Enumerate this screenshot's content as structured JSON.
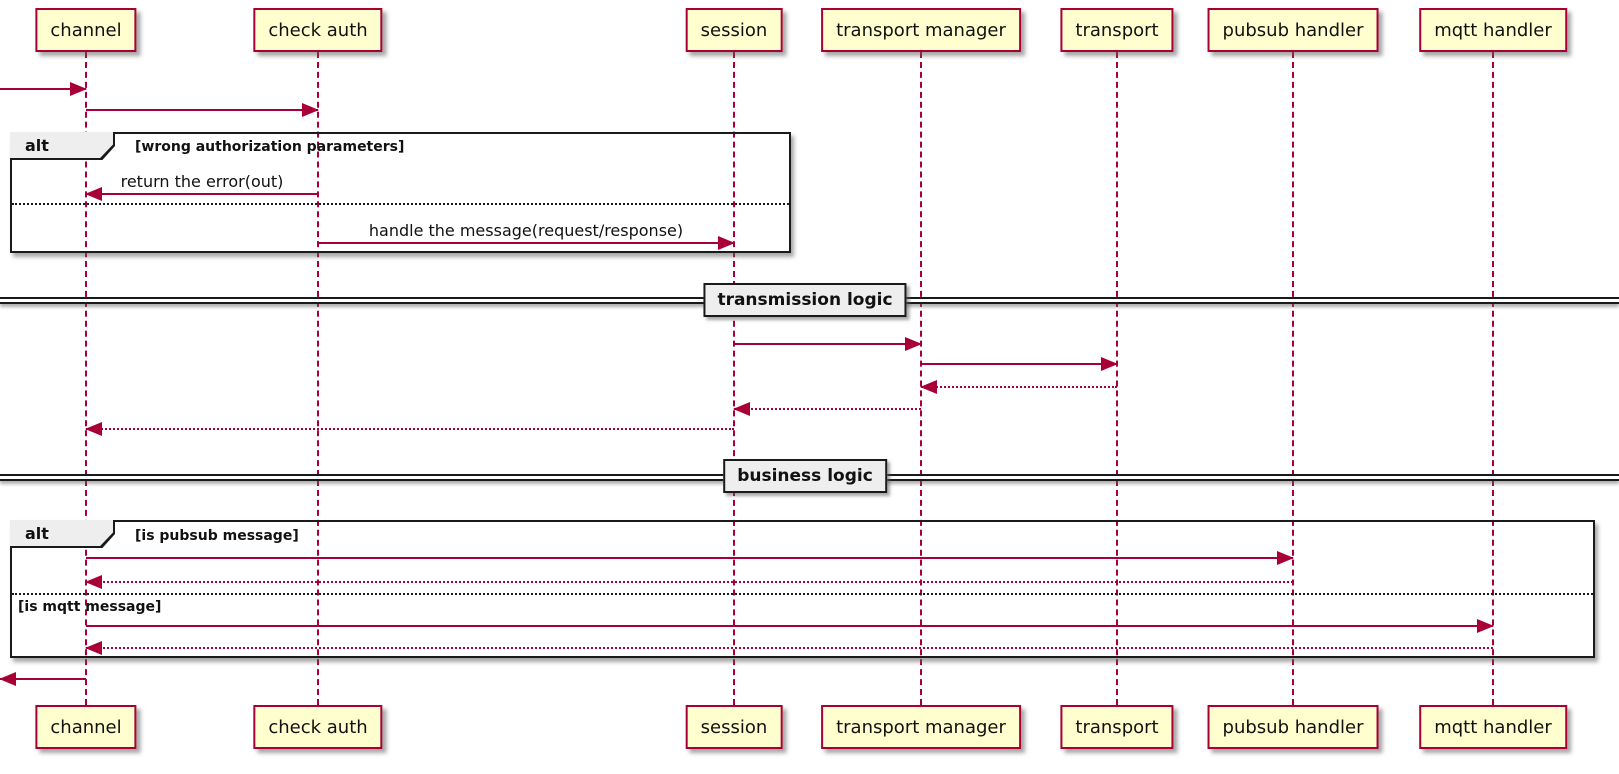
{
  "diagram_type": "plantuml-sequence-diagram",
  "colors": {
    "participant_fill": "#FEFECE",
    "accent": "#A80036",
    "frame_border": "#1a1a1a",
    "label_fill": "#EEEEEE"
  },
  "participants": [
    {
      "name": "channel"
    },
    {
      "name": "check auth"
    },
    {
      "name": "session"
    },
    {
      "name": "transport manager"
    },
    {
      "name": "transport"
    },
    {
      "name": "pubsub handler"
    },
    {
      "name": "mqtt handler"
    }
  ],
  "frames": {
    "auth_alt": {
      "operator": "alt",
      "condition": "[wrong authorization parameters]"
    },
    "logic_alt": {
      "operator": "alt",
      "condition": "[is pubsub message]",
      "else_condition": "[is mqtt message]"
    }
  },
  "dividers": {
    "transmission": {
      "label": "transmission logic"
    },
    "business": {
      "label": "business logic"
    }
  },
  "messages": {
    "incoming": {
      "label": "",
      "from": "outside",
      "to": "channel"
    },
    "channel_to_checkauth": {
      "label": "",
      "from": "channel",
      "to": "check auth"
    },
    "return_error": {
      "label": "return the error(out)",
      "from": "check auth",
      "to": "channel"
    },
    "handle_message": {
      "label": "handle the message(request/response)",
      "from": "check auth",
      "to": "session"
    },
    "session_to_tm": {
      "label": "",
      "from": "session",
      "to": "transport manager"
    },
    "tm_to_transport": {
      "label": "",
      "from": "transport manager",
      "to": "transport"
    },
    "transport_return": {
      "label": "",
      "from": "transport",
      "to": "transport manager"
    },
    "tm_return": {
      "label": "",
      "from": "transport manager",
      "to": "session"
    },
    "session_return": {
      "label": "",
      "from": "session",
      "to": "channel"
    },
    "channel_to_pubsub": {
      "label": "",
      "from": "channel",
      "to": "pubsub handler"
    },
    "pubsub_return": {
      "label": "",
      "from": "pubsub handler",
      "to": "channel"
    },
    "channel_to_mqtt": {
      "label": "",
      "from": "channel",
      "to": "mqtt handler"
    },
    "mqtt_return": {
      "label": "",
      "from": "mqtt handler",
      "to": "channel"
    },
    "outgoing": {
      "label": "",
      "from": "channel",
      "to": "outside"
    }
  }
}
